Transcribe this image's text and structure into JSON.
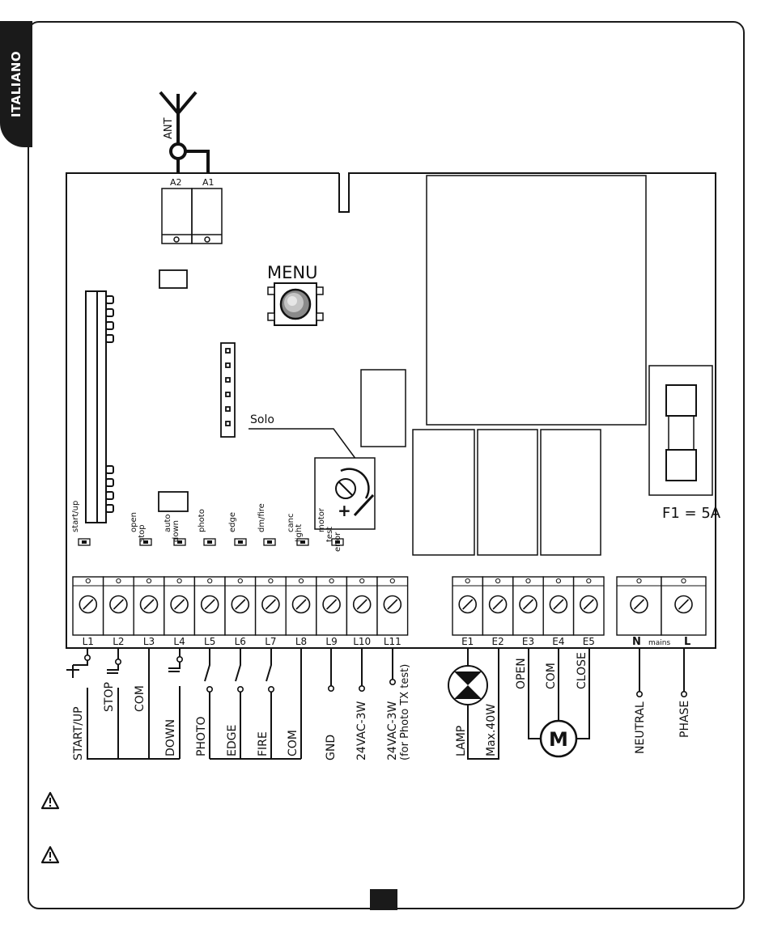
{
  "sidebar": {
    "language": "ITALIANO"
  },
  "antenna": {
    "label": "ANT",
    "terminals": [
      "A2",
      "A1"
    ]
  },
  "board": {
    "menu_label": "MENU",
    "solo_label": "Solo",
    "fuse_label": "F1 = 5A",
    "led_labels": [
      [
        "start/up"
      ],
      [
        "open",
        "stop"
      ],
      [
        "auto",
        "down"
      ],
      [
        "photo"
      ],
      [
        "edge"
      ],
      [
        "dm/fire"
      ],
      [
        "canc",
        "light"
      ],
      [
        "motor",
        "test",
        "error"
      ]
    ]
  },
  "terminals": {
    "low_voltage": [
      "L1",
      "L2",
      "L3",
      "L4",
      "L5",
      "L6",
      "L7",
      "L8",
      "L9",
      "L10",
      "L11"
    ],
    "outputs": [
      "E1",
      "E2",
      "E3",
      "E4",
      "E5"
    ],
    "mains": {
      "n": "N",
      "label": "mains",
      "l": "L"
    }
  },
  "wiring": {
    "inputs": [
      "START/UP",
      "STOP",
      "COM",
      "DOWN",
      "PHOTO",
      "EDGE",
      "FIRE",
      "COM",
      "GND",
      "24VAC-3W"
    ],
    "photo_tx_line1": "24VAC-3W",
    "photo_tx_line2": "(for Photo TX test)",
    "lamp": "LAMP",
    "lamp_max": "Max.40W",
    "motor": [
      "OPEN",
      "COM",
      "CLOSE"
    ],
    "motor_symbol": "M",
    "mains": [
      "NEUTRAL",
      "PHASE"
    ]
  }
}
